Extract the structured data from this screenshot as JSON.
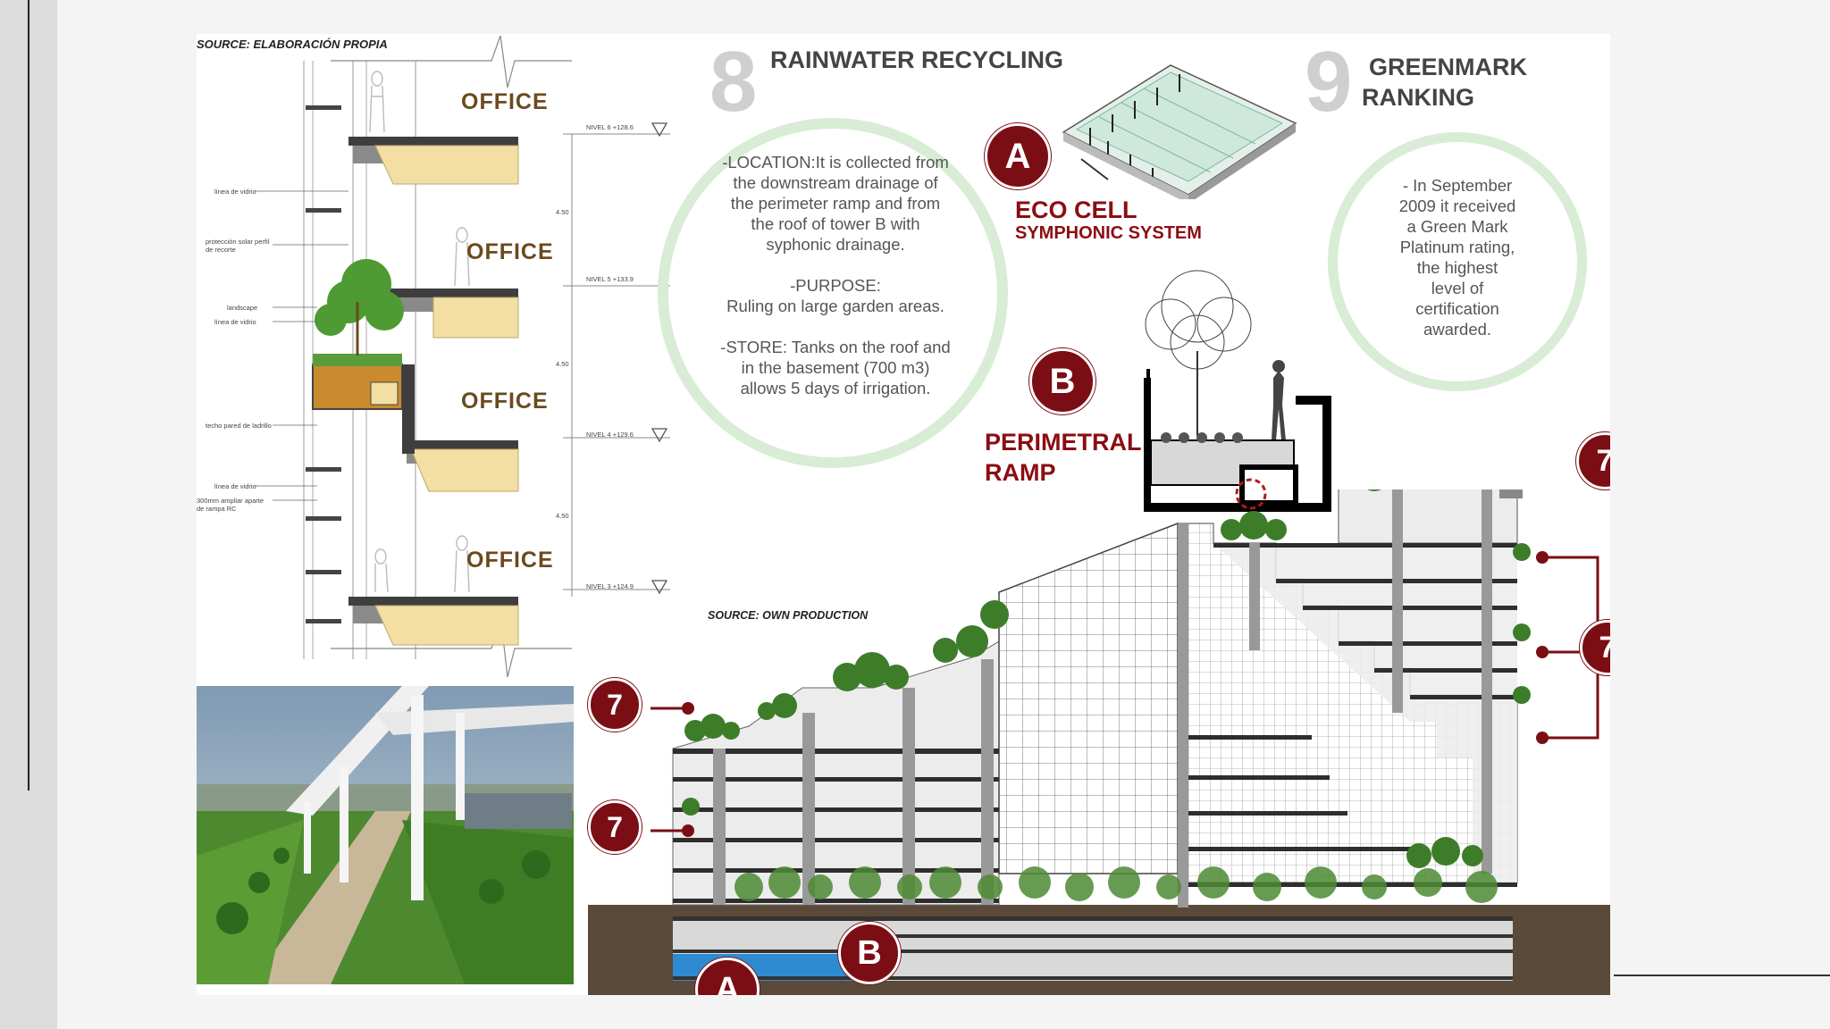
{
  "left_detail": {
    "source": "SOURCE: ELABORACIÓN PROPIA",
    "offices": [
      "OFFICE",
      "OFFICE",
      "OFFICE",
      "OFFICE"
    ],
    "level_labels": [
      "NIVEL 6 +128.6",
      "NIVEL 5 +133.9",
      "NIVEL 4 +129.6",
      "NIVEL 3 +124.9"
    ],
    "dimension_labels": [
      "4.50",
      "4.50",
      "4.50"
    ],
    "annotations": [
      "línea de vidrio",
      "protección solar perfil de recorte",
      "landscape",
      "línea de vidrio",
      "techo pared de ladrillo",
      "línea de vidrio",
      "300mm ampliar aparte de rampa RC"
    ]
  },
  "section8": {
    "number": "8",
    "title": "RAINWATER RECYCLING",
    "circle_text": "-LOCATION:It is collected from\nthe downstream drainage of\nthe perimeter ramp and from\nthe roof of tower B with\nsyphonic drainage.\n\n-PURPOSE:\nRuling on large garden areas.\n\n-STORE: Tanks on the roof and\nin the basement (700 m3)\nallows 5 days of irrigation."
  },
  "section9": {
    "number": "9",
    "title_line1": "GREENMARK",
    "title_line2": "RANKING",
    "circle_text": "- In September\n2009 it received\na Green Mark\nPlatinum rating,\nthe highest\nlevel of\ncertification\nawarded."
  },
  "eco_cell": {
    "marker": "A",
    "line1": "ECO CELL",
    "line2": "SYMPHONIC SYSTEM"
  },
  "perimetral_ramp": {
    "marker": "B",
    "line1": "PERIMETRAL",
    "line2": "RAMP"
  },
  "section_drawing": {
    "source": "SOURCE: OWN PRODUCTION",
    "marker_7": "7",
    "marker_a": "A",
    "marker_b": "B"
  },
  "colors": {
    "marker_red": "#7a0e14",
    "label_red": "#8b0d12",
    "circle_green": "#d9ecd6",
    "slab_dark": "#3a3a3a",
    "office_fill": "#f3dfa4"
  }
}
